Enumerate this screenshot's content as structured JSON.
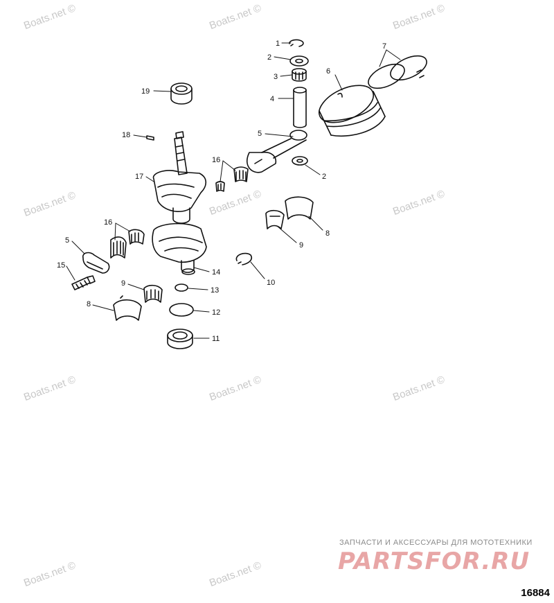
{
  "watermark": "Boats.net ©",
  "brand": {
    "tagline": "ЗАПЧАСТИ И АКСЕССУАРЫ ДЛЯ МОТОТЕХНИКИ",
    "logo": "PARTSFOR.RU",
    "accent_color": "#e8a6a6"
  },
  "diagram_number": "16884",
  "callouts": [
    "1",
    "2",
    "3",
    "4",
    "5",
    "2",
    "6",
    "7",
    "19",
    "18",
    "17",
    "16",
    "8",
    "9",
    "16",
    "5",
    "15",
    "9",
    "8",
    "14",
    "13",
    "12",
    "11",
    "10"
  ]
}
